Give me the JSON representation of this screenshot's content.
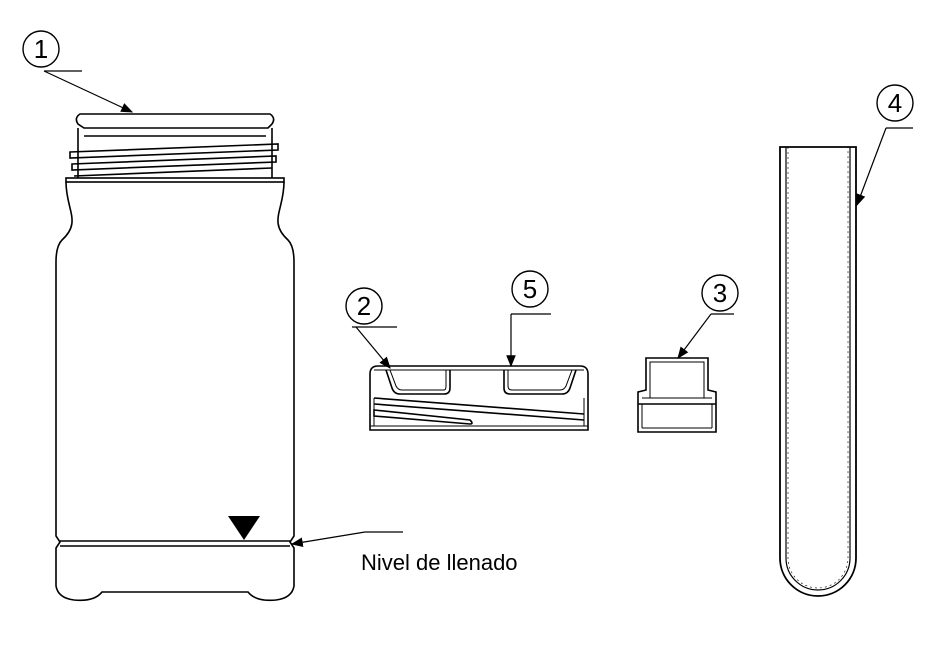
{
  "callouts": {
    "c1": "1",
    "c2": "2",
    "c3": "3",
    "c4": "4",
    "c5": "5"
  },
  "fill_level_label": "Nivel de llenado",
  "colors": {
    "stroke": "#000000",
    "background": "#ffffff"
  }
}
